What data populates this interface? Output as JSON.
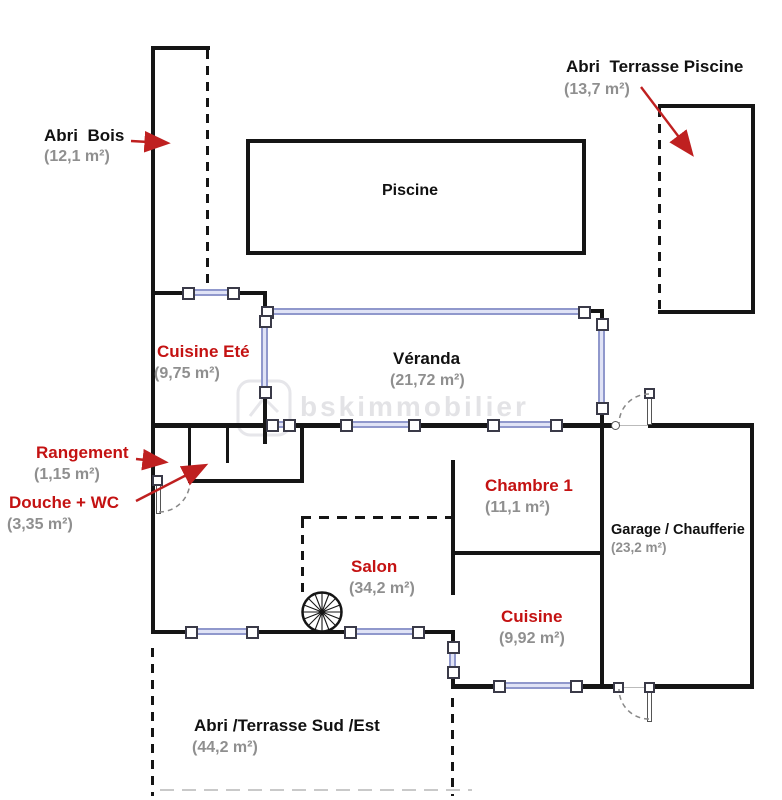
{
  "plan": {
    "watermark": "bskimmobilier",
    "colors": {
      "wall": "#151515",
      "window_frame": "#9098cc",
      "window_fill": "#e0e3f6",
      "label_red": "#c41212",
      "area_gray": "#8f8f8f",
      "arrow_red": "#bf2020"
    },
    "rooms": [
      {
        "name": "Abri  Bois",
        "area": "(12,1 m²)"
      },
      {
        "name": "Abri  Terrasse Piscine",
        "area": "(13,7 m²)"
      },
      {
        "name": "Piscine",
        "area": ""
      },
      {
        "name": "Cuisine Eté",
        "area": "(9,75 m²)"
      },
      {
        "name": "Véranda",
        "area": "(21,72 m²)"
      },
      {
        "name": "Rangement",
        "area": "(1,15 m²)"
      },
      {
        "name": "Douche + WC",
        "area": "(3,35 m²)"
      },
      {
        "name": "Chambre 1",
        "area": "(11,1 m²)"
      },
      {
        "name": "Garage / Chaufferie",
        "area": "(23,2 m²)"
      },
      {
        "name": "Salon",
        "area": "(34,2 m²)"
      },
      {
        "name": "Cuisine",
        "area": "(9,92 m²)"
      },
      {
        "name": "Abri /Terrasse Sud /Est",
        "area": "(44,2 m²)"
      }
    ]
  }
}
